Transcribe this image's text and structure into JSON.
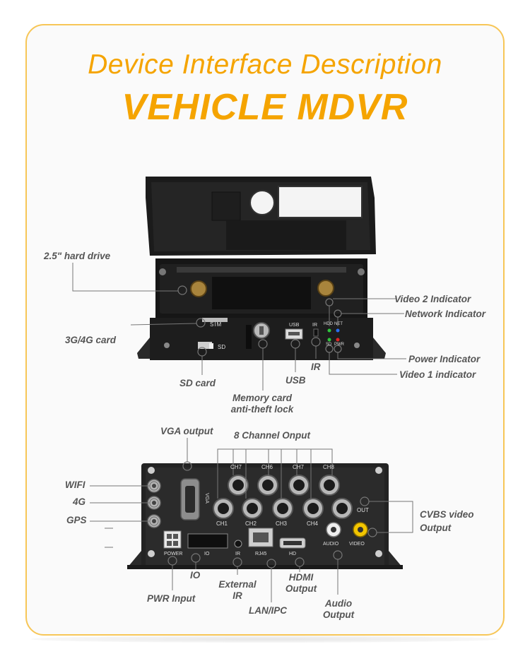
{
  "title": "Device Interface Description",
  "subtitle": "VEHICLE MDVR",
  "colors": {
    "accent": "#f5a400",
    "border": "#f7c657",
    "label": "#555555"
  },
  "front_labels": {
    "hard_drive": "2.5\" hard drive",
    "sim_card": "3G/4G card",
    "sd_card": "SD card",
    "memory_lock": "Memory card\nanti-theft lock",
    "usb": "USB",
    "ir": "IR",
    "video2": "Video 2 Indicator",
    "network": "Network Indicator",
    "power": "Power Indicator",
    "video1": "Video 1 indicator"
  },
  "front_panel_text": {
    "sim": "SIM",
    "sd": "SD",
    "usb": "USB",
    "ir": "IR",
    "hdd": "HDD",
    "net": "NET",
    "sd_led": "SD",
    "pwr": "PWR"
  },
  "rear_labels": {
    "vga": "VGA output",
    "channels": "8 Channel Onput",
    "wifi": "WIFI",
    "g4": "4G",
    "gps": "GPS",
    "cvbs": "CVBS video\nOutput",
    "io": "IO",
    "pwr_input": "PWR Input",
    "external_ir": "External\nIR",
    "lan": "LAN/IPC",
    "hdmi": "HDMI\nOutput",
    "audio": "Audio\nOutput"
  },
  "rear_panel_text": {
    "ch_top": [
      "CH7",
      "CH6",
      "CH7",
      "CH8"
    ],
    "ch_bottom": [
      "CH1",
      "CH2",
      "CH3",
      "CH4"
    ],
    "out": "OUT",
    "vga": "VGA",
    "power": "POWER",
    "io": "IO",
    "ir": "IR",
    "rj45": "RJ45",
    "hd": "HD",
    "audio": "AUDIO",
    "video": "VIDEO"
  }
}
